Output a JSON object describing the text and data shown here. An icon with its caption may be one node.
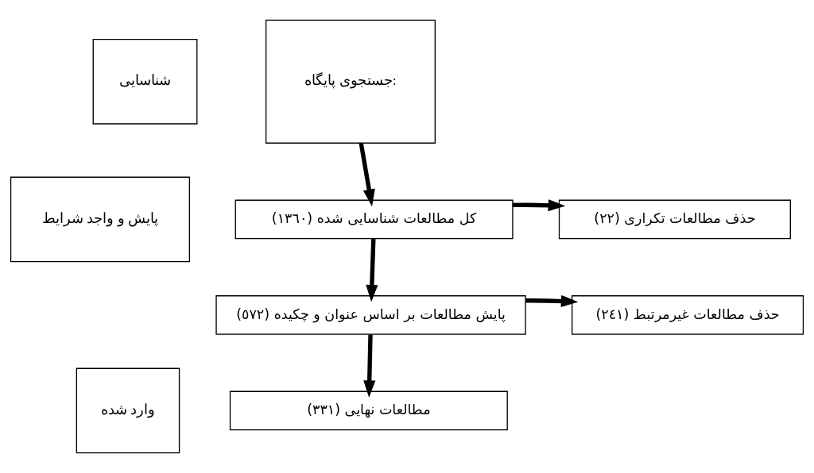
{
  "diagram": {
    "nodes": [
      {
        "text": [
          "شناسایی"
        ]
      },
      {
        "text": [
          "پایش و واجد شرایط"
        ]
      },
      {
        "text": [
          "وارد شده"
        ]
      },
      {
        "text": [
          "جستجوی پایگاه:"
        ]
      },
      {
        "text": [
          "کل مطالعات شناسایی شده (١٣٦٠)"
        ]
      },
      {
        "text": [
          "حذف مطالعات تکراری (٢٢)"
        ]
      },
      {
        "text": [
          "پایش مطالعات بر اساس عنوان و چکیده (٥٧٢)"
        ]
      },
      {
        "text": [
          "حذف مطالعات غیرمرتبط (٢٤١)"
        ]
      },
      {
        "text": [
          "مطالعات نهایی (٣٣١)"
        ]
      }
    ],
    "edges": [
      {
        "from": 3,
        "to": 4,
        "arrow": "to"
      },
      {
        "from": 4,
        "to": 5,
        "arrow": "to"
      },
      {
        "from": 4,
        "to": 6,
        "arrow": "to"
      },
      {
        "from": 6,
        "to": 7,
        "arrow": "to"
      },
      {
        "from": 6,
        "to": 8,
        "arrow": "to"
      }
    ]
  }
}
